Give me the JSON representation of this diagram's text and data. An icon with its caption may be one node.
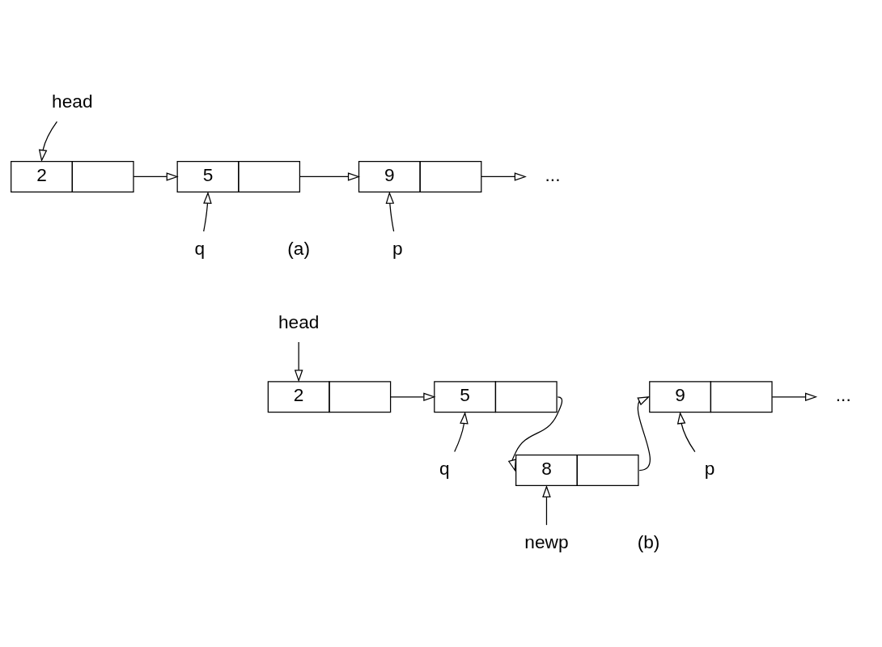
{
  "diagram": {
    "nodes": [
      {
        "text": [
          "head"
        ]
      },
      {
        "text": [
          "2"
        ]
      },
      {
        "text": [
          "5"
        ]
      },
      {
        "text": [
          "9"
        ]
      },
      {
        "text": [
          "..."
        ]
      },
      {
        "text": [
          "q"
        ]
      },
      {
        "text": [
          "p"
        ]
      },
      {
        "text": [
          "head"
        ]
      },
      {
        "text": [
          "2"
        ]
      },
      {
        "text": [
          "5"
        ]
      },
      {
        "text": [
          "8"
        ]
      },
      {
        "text": [
          "9"
        ]
      },
      {
        "text": [
          "..."
        ]
      },
      {
        "text": [
          "q"
        ]
      },
      {
        "text": [
          "p"
        ]
      },
      {
        "text": [
          "newp"
        ]
      }
    ],
    "edges": [
      {
        "from": 0,
        "to": 1,
        "arrow": "to"
      },
      {
        "from": 1,
        "to": 2,
        "arrow": "to"
      },
      {
        "from": 2,
        "to": 3,
        "arrow": "to"
      },
      {
        "from": 3,
        "to": 4,
        "arrow": "to"
      },
      {
        "from": 5,
        "to": 2,
        "arrow": "to"
      },
      {
        "from": 6,
        "to": 3,
        "arrow": "to"
      },
      {
        "from": 7,
        "to": 8,
        "arrow": "to"
      },
      {
        "from": 8,
        "to": 9,
        "arrow": "to"
      },
      {
        "from": 9,
        "to": 10,
        "arrow": "to"
      },
      {
        "from": 10,
        "to": 11,
        "arrow": "to"
      },
      {
        "from": 11,
        "to": 12,
        "arrow": "to"
      },
      {
        "from": 13,
        "to": 9,
        "arrow": "to"
      },
      {
        "from": 14,
        "to": 11,
        "arrow": "to"
      },
      {
        "from": 15,
        "to": 10,
        "arrow": "to"
      }
    ],
    "labels": [
      "(a)",
      "(b)"
    ]
  }
}
